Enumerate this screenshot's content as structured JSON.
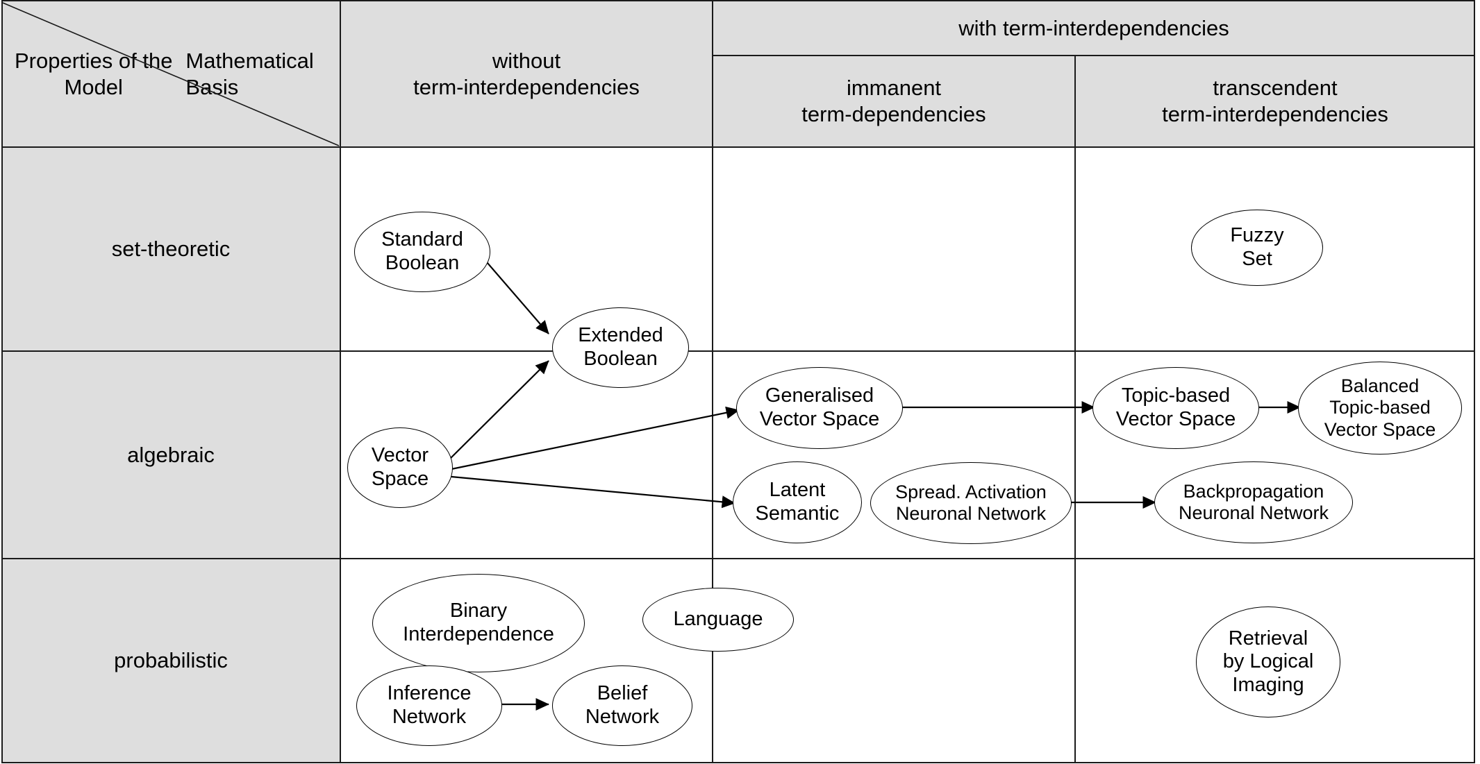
{
  "figure": {
    "kind": "classification-matrix",
    "corner": {
      "column_axis_label": "Properties of\nthe Model",
      "row_axis_label": "Mathematical\nBasis"
    },
    "column_headers": {
      "without": "without\nterm-interdependencies",
      "with_group": "with term-interdependencies",
      "immanent": "immanent\nterm-dependencies",
      "transcendent": "transcendent\nterm-interdependencies"
    },
    "row_headers": [
      "set-theoretic",
      "algebraic",
      "probabilistic"
    ],
    "nodes": [
      {
        "id": "standard-boolean",
        "label": "Standard\nBoolean"
      },
      {
        "id": "extended-boolean",
        "label": "Extended\nBoolean"
      },
      {
        "id": "fuzzy-set",
        "label": "Fuzzy\nSet"
      },
      {
        "id": "vector-space",
        "label": "Vector\nSpace"
      },
      {
        "id": "generalised-vector-space",
        "label": "Generalised\nVector Space"
      },
      {
        "id": "latent-semantic",
        "label": "Latent\nSemantic"
      },
      {
        "id": "spread-activation-nn",
        "label": "Spread. Activation\nNeuronal Network"
      },
      {
        "id": "topic-based-vector-space",
        "label": "Topic-based\nVector Space"
      },
      {
        "id": "balanced-topic-based-vs",
        "label": "Balanced\nTopic-based\nVector Space"
      },
      {
        "id": "backpropagation-nn",
        "label": "Backpropagation\nNeuronal Network"
      },
      {
        "id": "binary-interdependence",
        "label": "Binary\nInterdependence"
      },
      {
        "id": "language",
        "label": "Language"
      },
      {
        "id": "inference-network",
        "label": "Inference\nNetwork"
      },
      {
        "id": "belief-network",
        "label": "Belief\nNetwork"
      },
      {
        "id": "retrieval-by-logical-imaging",
        "label": "Retrieval\nby Logical\nImaging"
      }
    ],
    "edges": [
      {
        "from": "standard-boolean",
        "to": "extended-boolean"
      },
      {
        "from": "vector-space",
        "to": "extended-boolean"
      },
      {
        "from": "vector-space",
        "to": "generalised-vector-space"
      },
      {
        "from": "vector-space",
        "to": "latent-semantic"
      },
      {
        "from": "generalised-vector-space",
        "to": "topic-based-vector-space"
      },
      {
        "from": "topic-based-vector-space",
        "to": "balanced-topic-based-vs"
      },
      {
        "from": "spread-activation-nn",
        "to": "backpropagation-nn"
      },
      {
        "from": "inference-network",
        "to": "belief-network"
      }
    ],
    "colors": {
      "header_fill": "#dedede",
      "body_fill": "#ffffff",
      "line": "#1a1a1a",
      "node_stroke": "#000000",
      "text": "#000000"
    }
  }
}
